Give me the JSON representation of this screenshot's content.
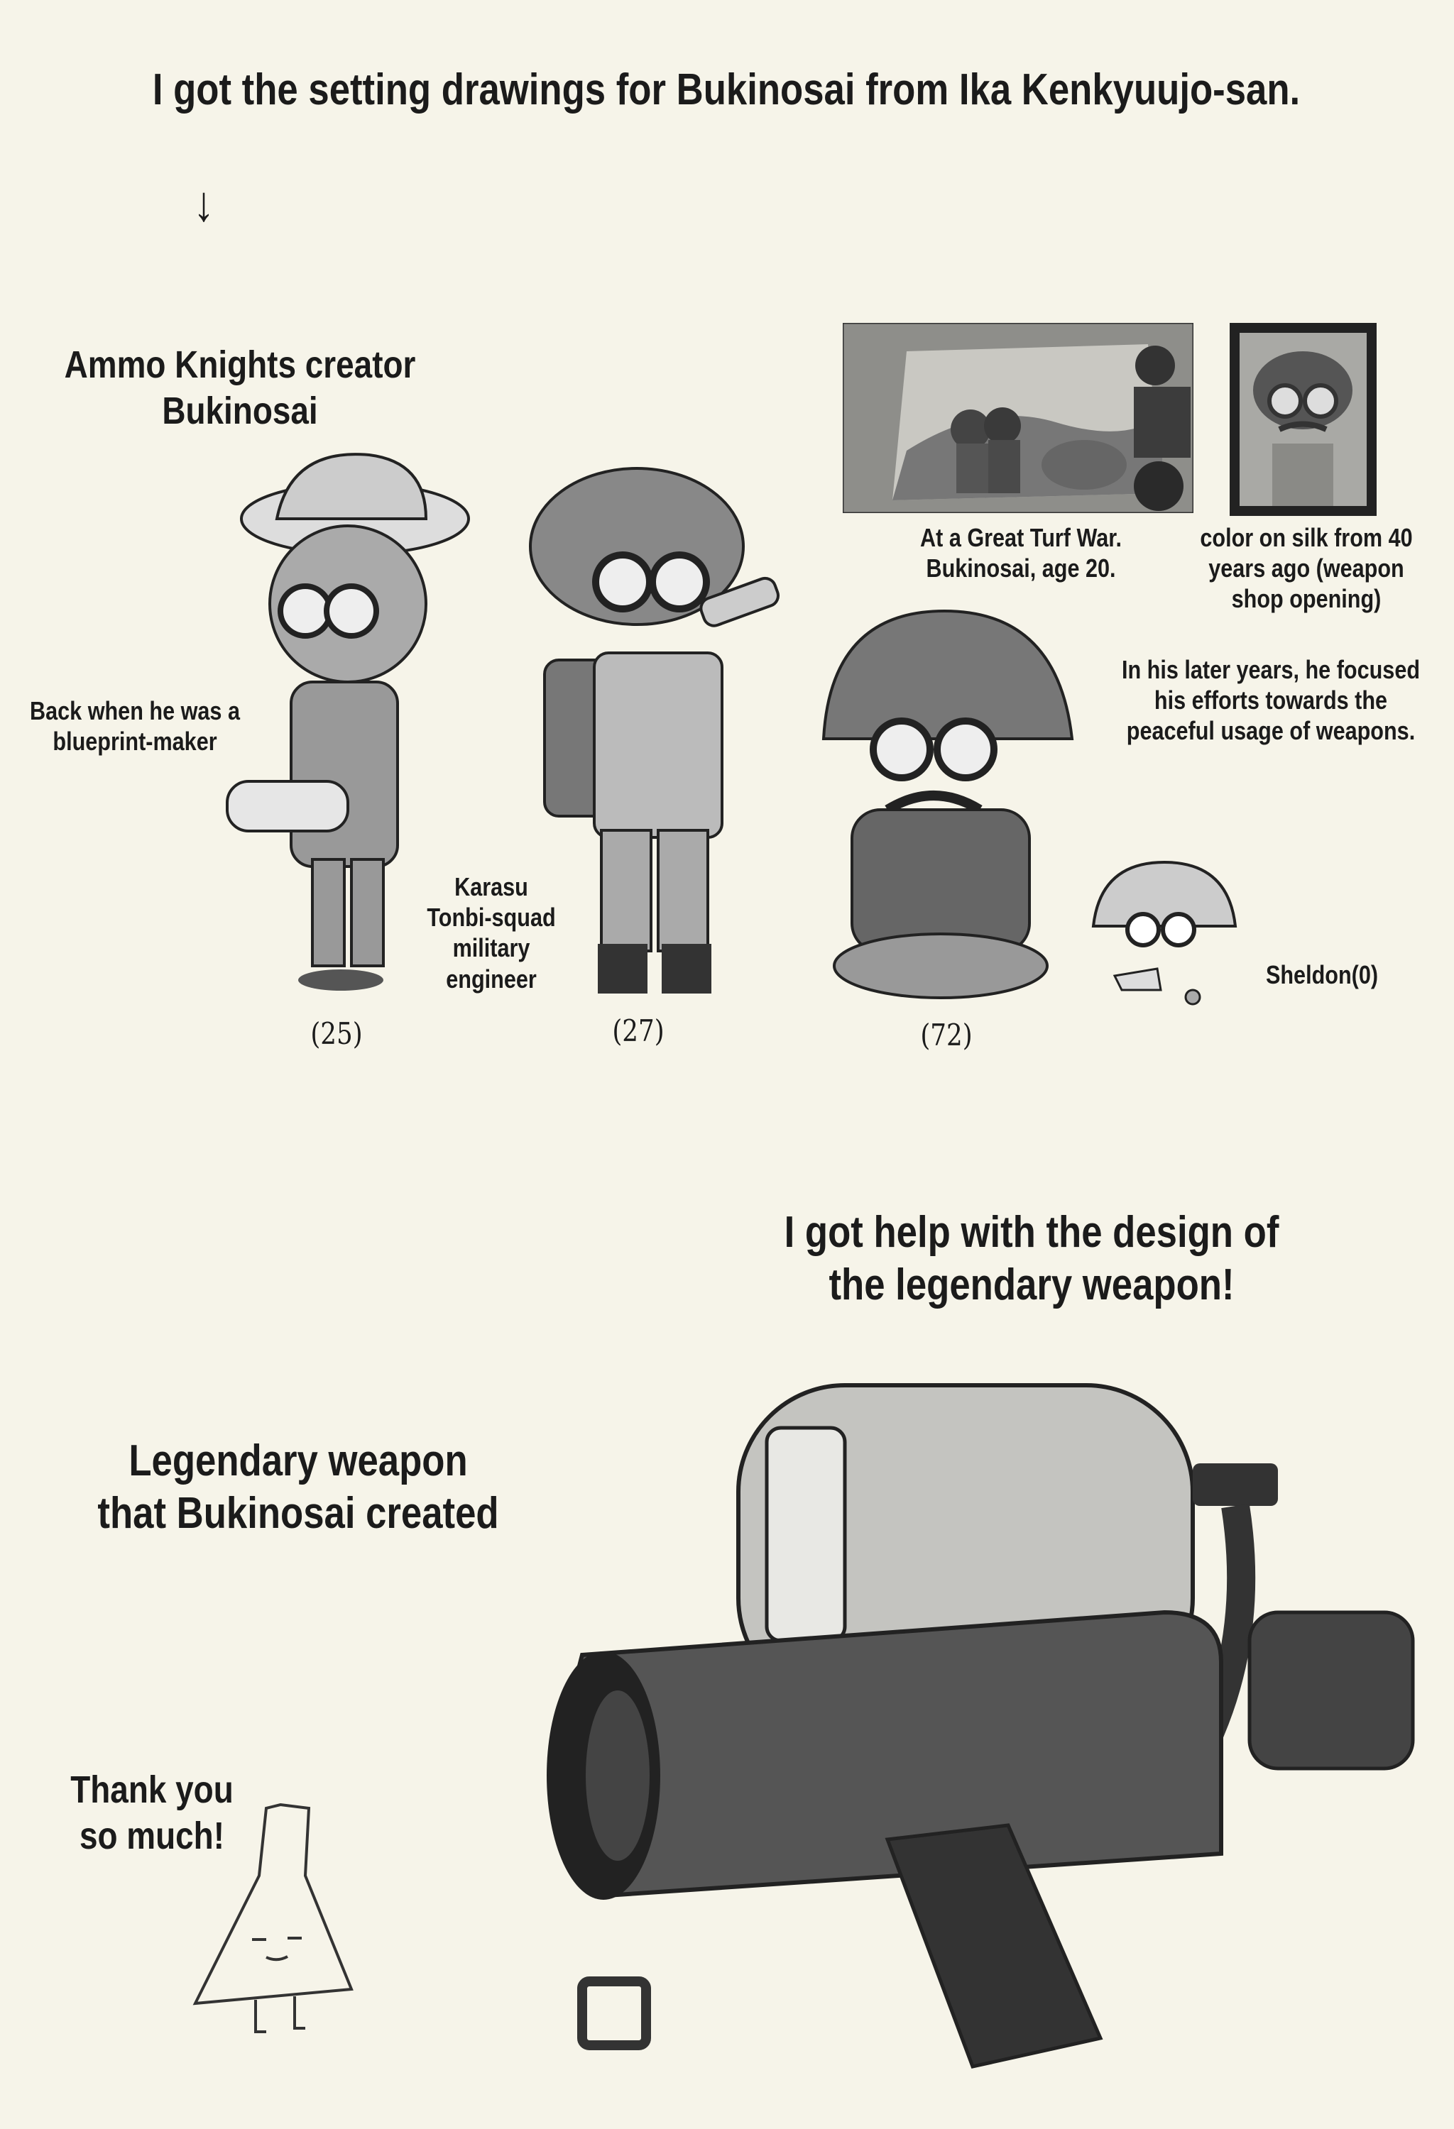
{
  "header": {
    "title": "I got the setting drawings for Bukinosai from Ika Kenkyuujo-san.",
    "arrow": "↓"
  },
  "character_sheet": {
    "heading": "Ammo Knights creator\nBukinosai",
    "photo_caption": "At a Great Turf War.\nBukinosai, age 20.",
    "portrait_caption": "color on silk from 40\nyears ago (weapon\nshop opening)",
    "later_years_note": "In his later years, he focused\nhis efforts towards the\npeaceful usage of weapons.",
    "blueprint_note": "Back when he was a\nblueprint-maker",
    "military_note": "Karasu\nTonbi-squad\nmilitary\nengineer",
    "sheldon_label": "Sheldon(0)",
    "ages": [
      "(25)",
      "(27)",
      "(72)"
    ]
  },
  "weapon_section": {
    "headline": "I got help with the design of\nthe legendary weapon!",
    "label": "Legendary weapon\nthat Bukinosai created",
    "thanks": "Thank you\nso much!"
  },
  "colors": {
    "paper": "#f6f4e9",
    "ink": "#1b1b1b"
  }
}
